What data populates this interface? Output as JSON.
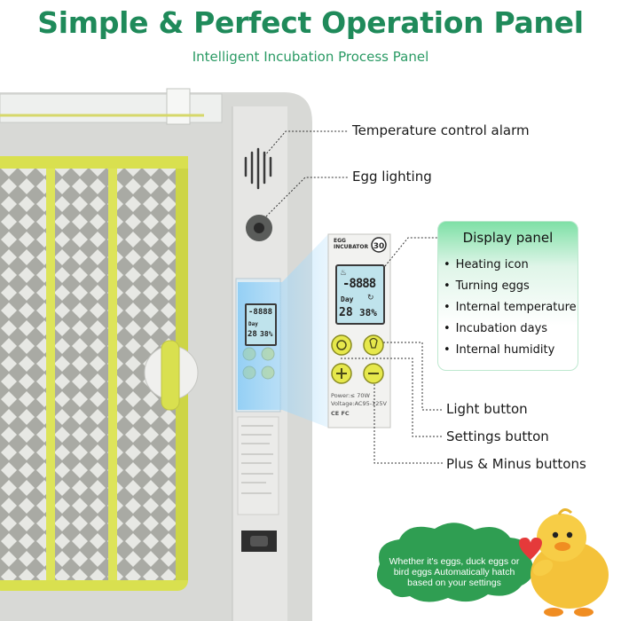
{
  "header": {
    "title": "Simple & Perfect Operation Panel",
    "subtitle": "Intelligent Incubation Process Panel"
  },
  "callouts": {
    "temperature_alarm": "Temperature control alarm",
    "egg_lighting": "Egg lighting",
    "light_button": "Light button",
    "settings_button": "Settings button",
    "plus_minus": "Plus & Minus buttons"
  },
  "display_panel": {
    "title": "Display panel",
    "items": [
      "Heating icon",
      "Turning eggs",
      "Internal temperature",
      "Incubation days",
      "Internal humidity"
    ]
  },
  "device": {
    "brand_line1": "EGG",
    "brand_line2": "INCUBATOR",
    "lcd_temp": "-8888",
    "lcd_day_label": "Day",
    "lcd_days": "28",
    "lcd_humidity": "38%",
    "power_label": "Power:≤ 70W",
    "voltage_label": "Voltage:AC95-125V",
    "cert_label": "CE FC"
  },
  "cloud_note": "Whether it's eggs, duck eggs or bird eggs Automatically hatch based on your settings",
  "colors": {
    "title_green": "#1f8a5a",
    "panel_green": "#7ee0a6",
    "tray_yellow": "#d8df4e",
    "cloud_green": "#2f9e52",
    "lcd_blue": "#bfe3ec"
  }
}
